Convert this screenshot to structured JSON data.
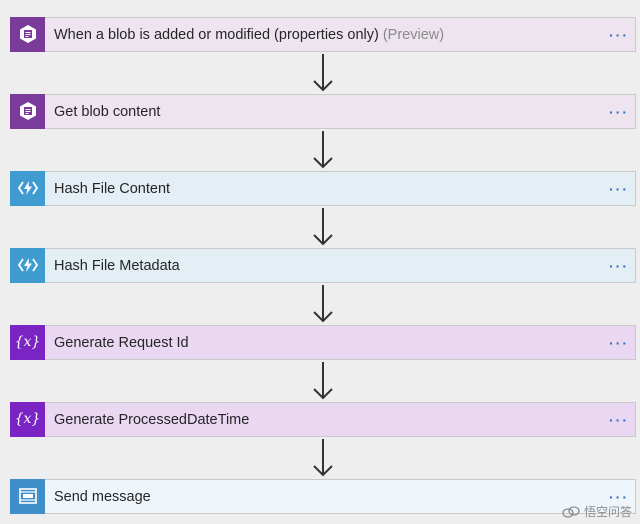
{
  "steps": [
    {
      "title": "When a blob is added or modified (properties only)",
      "suffix": "(Preview)",
      "kind": "blob",
      "icon": "blob-storage-icon"
    },
    {
      "title": "Get blob content",
      "suffix": "",
      "kind": "blob",
      "icon": "blob-storage-icon"
    },
    {
      "title": "Hash File Content",
      "suffix": "",
      "kind": "func",
      "icon": "azure-function-icon"
    },
    {
      "title": "Hash File Metadata",
      "suffix": "",
      "kind": "func",
      "icon": "azure-function-icon"
    },
    {
      "title": "Generate Request Id",
      "suffix": "",
      "kind": "var",
      "icon": "variable-icon"
    },
    {
      "title": "Generate ProcessedDateTime",
      "suffix": "",
      "kind": "var",
      "icon": "variable-icon"
    },
    {
      "title": "Send message",
      "suffix": "",
      "kind": "bus",
      "icon": "service-bus-icon"
    }
  ],
  "more_label": "···",
  "variable_glyph": "{x}",
  "watermark": "悟空问答",
  "colors": {
    "blob": "#7a3b9a",
    "func": "#3f9bd0",
    "var": "#7b24c4",
    "bus": "#3d8ec9",
    "more": "#2f6ec4"
  }
}
